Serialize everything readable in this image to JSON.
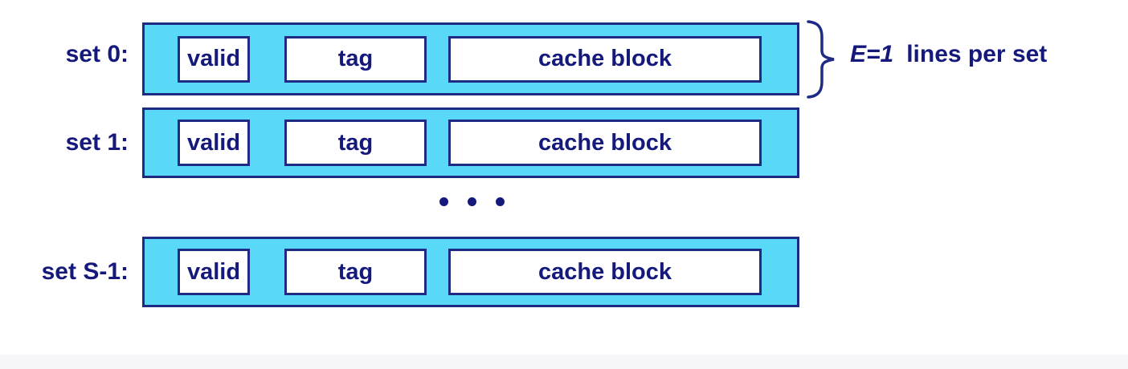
{
  "diagram": {
    "title_hint": "cache sets with E=1 lines per set",
    "rows": [
      {
        "label": "set 0:",
        "cells": [
          "valid",
          "tag",
          "cache block"
        ]
      },
      {
        "label": "set 1:",
        "cells": [
          "valid",
          "tag",
          "cache block"
        ]
      },
      {
        "label": "set S-1:",
        "cells": [
          "valid",
          "tag",
          "cache block"
        ]
      }
    ],
    "ellipsis_dot_count": 3,
    "annotation": {
      "emphasis": "E=1",
      "label": "lines per set"
    },
    "colors": {
      "set_fill": "#5ad8f8",
      "cell_fill": "#ffffff",
      "border": "#1d2b85",
      "text": "#14197b",
      "background": "#ffffff",
      "footer_band": "#f7f7f9"
    }
  }
}
